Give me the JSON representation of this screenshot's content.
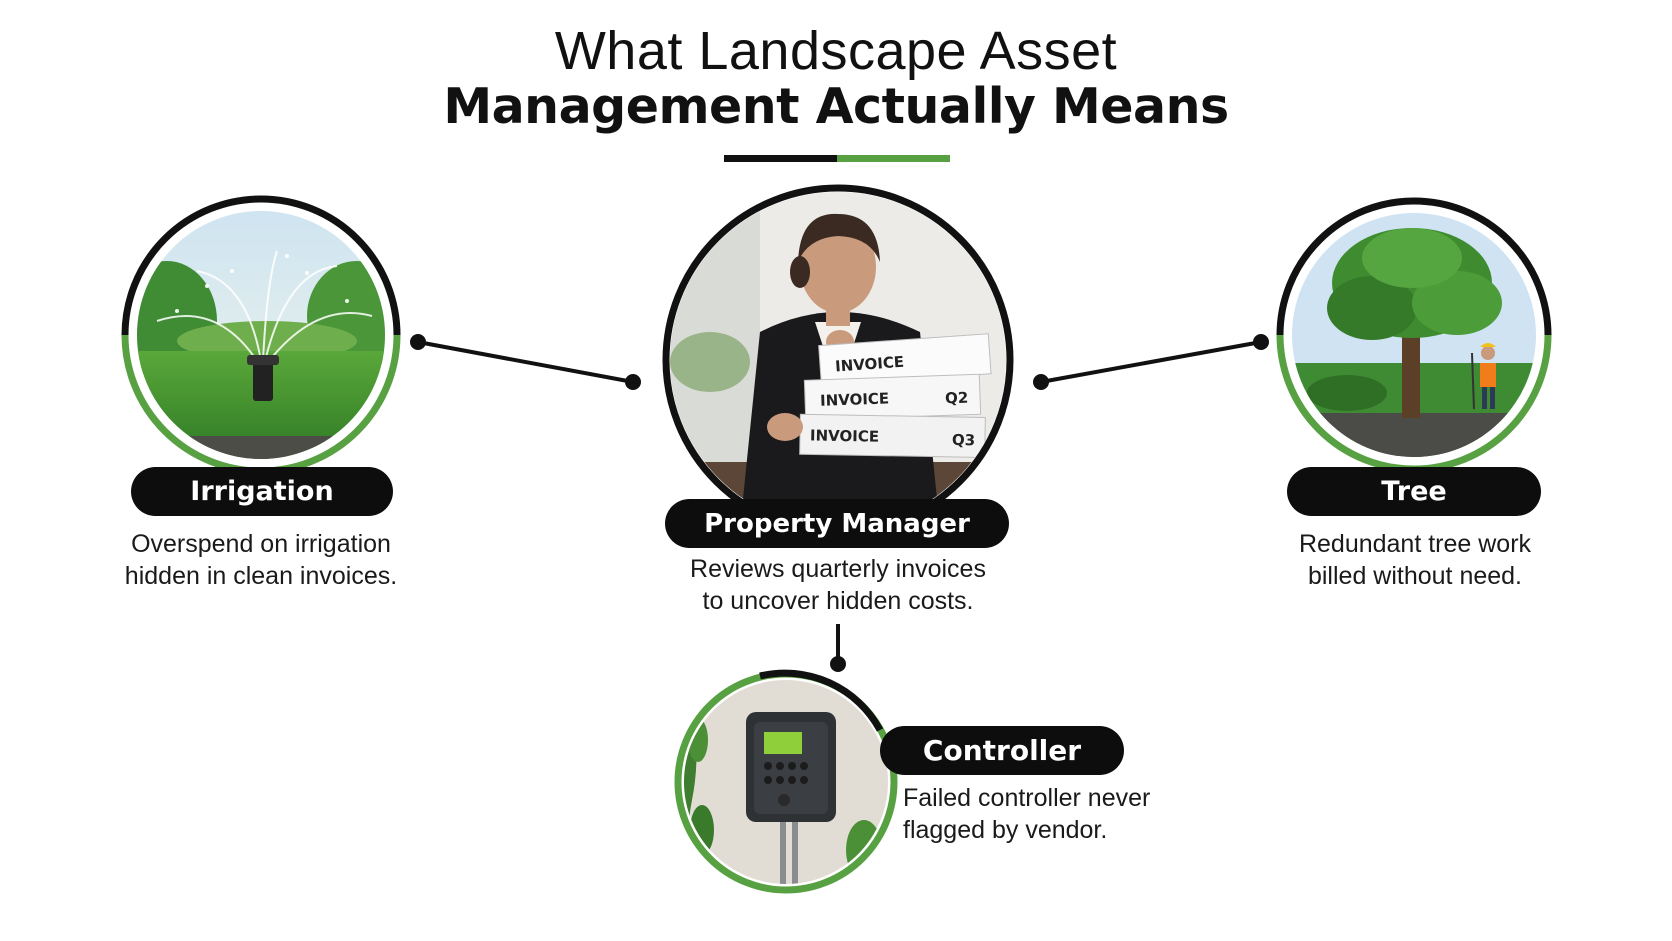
{
  "title": {
    "line1": "What Landscape Asset",
    "line2": "Management Actually Means"
  },
  "colors": {
    "accent_green": "#58a142",
    "dark": "#0d0d0d"
  },
  "nodes": {
    "irrigation": {
      "label": "Irrigation",
      "desc": [
        "Overspend on irrigation",
        "hidden in clean invoices."
      ],
      "icon": "sprinkler-icon"
    },
    "manager": {
      "label": "Property Manager",
      "desc": [
        "Reviews quarterly invoices",
        "to uncover hidden costs."
      ],
      "icon": "invoice-review-icon",
      "invoice_labels": [
        "INVOICE",
        "INVOICE",
        "INVOICE"
      ],
      "quarter_labels": [
        "Q2",
        "Q3"
      ]
    },
    "tree": {
      "label": "Tree",
      "desc": [
        "Redundant tree work",
        "billed without need."
      ],
      "icon": "tree-icon"
    },
    "controller": {
      "label": "Controller",
      "desc": [
        "Failed controller never",
        "flagged by vendor."
      ],
      "icon": "controller-icon"
    }
  }
}
